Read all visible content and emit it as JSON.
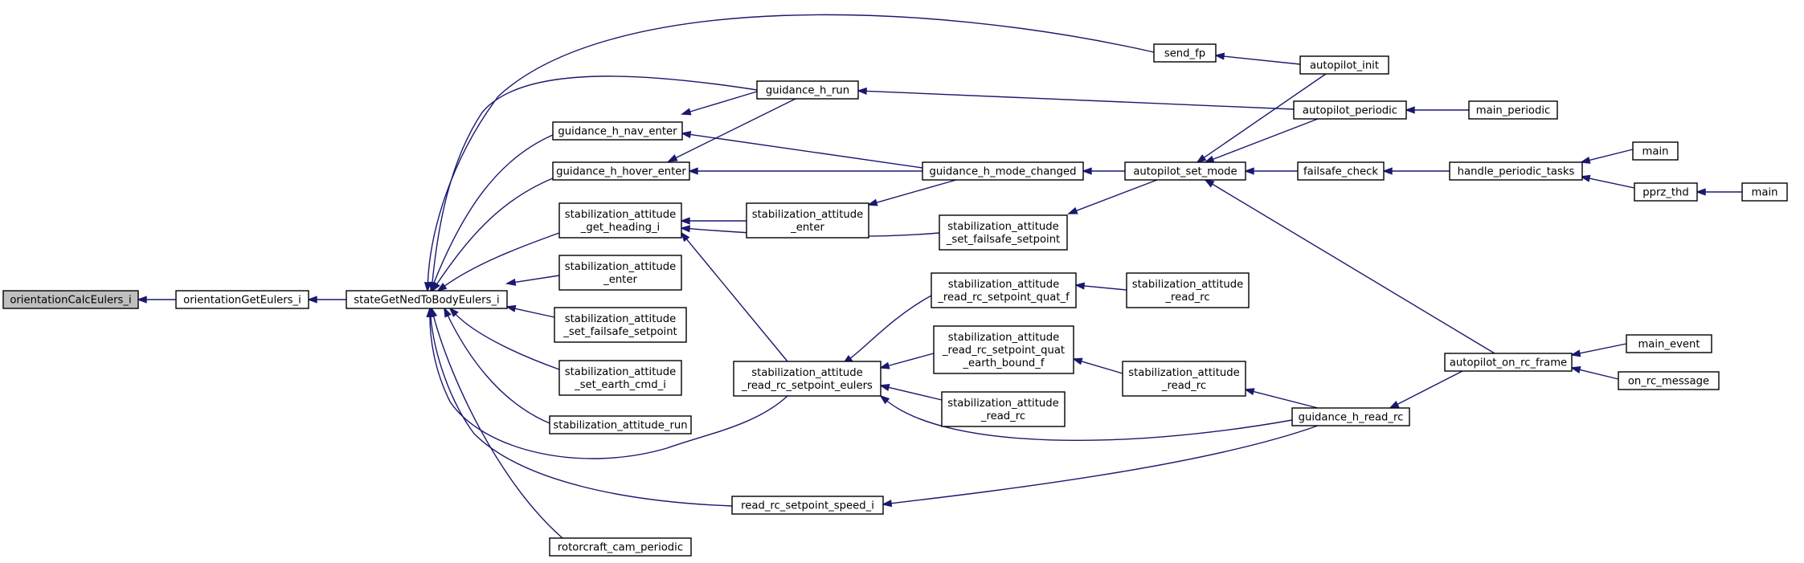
{
  "diagram": {
    "type": "caller-graph",
    "colors": {
      "edge": "#191970",
      "root_fill": "#bfbfbf",
      "node_fill": "#ffffff",
      "node_border": "#000000"
    },
    "nodes": [
      {
        "id": "orientationCalcEulers_i",
        "lines": [
          "orientationCalcEulers_i"
        ],
        "root": true
      },
      {
        "id": "orientationGetEulers_i",
        "lines": [
          "orientationGetEulers_i"
        ]
      },
      {
        "id": "stateGetNedToBodyEulers_i",
        "lines": [
          "stateGetNedToBodyEulers_i"
        ]
      },
      {
        "id": "guidance_h_nav_enter",
        "lines": [
          "guidance_h_nav_enter"
        ]
      },
      {
        "id": "guidance_h_hover_enter",
        "lines": [
          "guidance_h_hover_enter"
        ]
      },
      {
        "id": "stab_att_get_heading_i",
        "lines": [
          "stabilization_attitude",
          "_get_heading_i"
        ]
      },
      {
        "id": "stab_att_enter_a",
        "lines": [
          "stabilization_attitude",
          "_enter"
        ]
      },
      {
        "id": "stab_att_set_failsafe_a",
        "lines": [
          "stabilization_attitude",
          "_set_failsafe_setpoint"
        ]
      },
      {
        "id": "stab_att_set_earth_cmd_i",
        "lines": [
          "stabilization_attitude",
          "_set_earth_cmd_i"
        ]
      },
      {
        "id": "stab_att_run",
        "lines": [
          "stabilization_attitude_run"
        ]
      },
      {
        "id": "rotorcraft_cam_periodic",
        "lines": [
          "rotorcraft_cam_periodic"
        ]
      },
      {
        "id": "guidance_h_run",
        "lines": [
          "guidance_h_run"
        ]
      },
      {
        "id": "send_fp",
        "lines": [
          "send_fp"
        ]
      },
      {
        "id": "stab_att_enter_b",
        "lines": [
          "stabilization_attitude",
          "_enter"
        ]
      },
      {
        "id": "stab_att_read_rc_setpoint_eulers",
        "lines": [
          "stabilization_attitude",
          "_read_rc_setpoint_eulers"
        ]
      },
      {
        "id": "read_rc_setpoint_speed_i",
        "lines": [
          "read_rc_setpoint_speed_i"
        ]
      },
      {
        "id": "guidance_h_mode_changed",
        "lines": [
          "guidance_h_mode_changed"
        ]
      },
      {
        "id": "stab_att_set_failsafe_b",
        "lines": [
          "stabilization_attitude",
          "_set_failsafe_setpoint"
        ]
      },
      {
        "id": "stab_att_read_rc_sp_quat_f",
        "lines": [
          "stabilization_attitude",
          "_read_rc_setpoint_quat_f"
        ]
      },
      {
        "id": "stab_att_read_rc_sp_quat_earth_bound_f",
        "lines": [
          "stabilization_attitude",
          "_read_rc_setpoint_quat",
          "_earth_bound_f"
        ]
      },
      {
        "id": "stab_att_read_rc_a",
        "lines": [
          "stabilization_attitude",
          "_read_rc"
        ]
      },
      {
        "id": "stab_att_read_rc_b",
        "lines": [
          "stabilization_attitude",
          "_read_rc"
        ]
      },
      {
        "id": "stab_att_read_rc_c",
        "lines": [
          "stabilization_attitude",
          "_read_rc"
        ]
      },
      {
        "id": "autopilot_set_mode",
        "lines": [
          "autopilot_set_mode"
        ]
      },
      {
        "id": "guidance_h_read_rc",
        "lines": [
          "guidance_h_read_rc"
        ]
      },
      {
        "id": "autopilot_init",
        "lines": [
          "autopilot_init"
        ]
      },
      {
        "id": "autopilot_periodic",
        "lines": [
          "autopilot_periodic"
        ]
      },
      {
        "id": "failsafe_check",
        "lines": [
          "failsafe_check"
        ]
      },
      {
        "id": "autopilot_on_rc_frame",
        "lines": [
          "autopilot_on_rc_frame"
        ]
      },
      {
        "id": "main_periodic",
        "lines": [
          "main_periodic"
        ]
      },
      {
        "id": "handle_periodic_tasks",
        "lines": [
          "handle_periodic_tasks"
        ]
      },
      {
        "id": "main_a",
        "lines": [
          "main"
        ]
      },
      {
        "id": "pprz_thd",
        "lines": [
          "pprz_thd"
        ]
      },
      {
        "id": "main_b",
        "lines": [
          "main"
        ]
      },
      {
        "id": "main_event",
        "lines": [
          "main_event"
        ]
      },
      {
        "id": "on_rc_message",
        "lines": [
          "on_rc_message"
        ]
      }
    ],
    "edges": [
      {
        "from": "orientationGetEulers_i",
        "to": "orientationCalcEulers_i"
      },
      {
        "from": "stateGetNedToBodyEulers_i",
        "to": "orientationGetEulers_i"
      },
      {
        "from": "guidance_h_nav_enter",
        "to": "stateGetNedToBodyEulers_i"
      },
      {
        "from": "guidance_h_hover_enter",
        "to": "stateGetNedToBodyEulers_i"
      },
      {
        "from": "stab_att_get_heading_i",
        "to": "stateGetNedToBodyEulers_i"
      },
      {
        "from": "stab_att_enter_a",
        "to": "stateGetNedToBodyEulers_i"
      },
      {
        "from": "stab_att_set_failsafe_a",
        "to": "stateGetNedToBodyEulers_i"
      },
      {
        "from": "stab_att_set_earth_cmd_i",
        "to": "stateGetNedToBodyEulers_i"
      },
      {
        "from": "stab_att_run",
        "to": "stateGetNedToBodyEulers_i"
      },
      {
        "from": "rotorcraft_cam_periodic",
        "to": "stateGetNedToBodyEulers_i"
      },
      {
        "from": "guidance_h_run",
        "to": "stateGetNedToBodyEulers_i"
      },
      {
        "from": "send_fp",
        "to": "stateGetNedToBodyEulers_i"
      },
      {
        "from": "stab_att_read_rc_setpoint_eulers",
        "to": "stateGetNedToBodyEulers_i"
      },
      {
        "from": "read_rc_setpoint_speed_i",
        "to": "stateGetNedToBodyEulers_i"
      },
      {
        "from": "guidance_h_run",
        "to": "guidance_h_nav_enter"
      },
      {
        "from": "guidance_h_mode_changed",
        "to": "guidance_h_nav_enter"
      },
      {
        "from": "guidance_h_run",
        "to": "guidance_h_hover_enter"
      },
      {
        "from": "guidance_h_mode_changed",
        "to": "guidance_h_hover_enter"
      },
      {
        "from": "stab_att_enter_b",
        "to": "stab_att_get_heading_i"
      },
      {
        "from": "stab_att_set_failsafe_b",
        "to": "stab_att_get_heading_i"
      },
      {
        "from": "stab_att_read_rc_setpoint_eulers",
        "to": "stab_att_get_heading_i"
      },
      {
        "from": "autopilot_periodic",
        "to": "guidance_h_run"
      },
      {
        "from": "autopilot_init",
        "to": "send_fp"
      },
      {
        "from": "guidance_h_mode_changed",
        "to": "stab_att_enter_b"
      },
      {
        "from": "stab_att_read_rc_sp_quat_f",
        "to": "stab_att_read_rc_setpoint_eulers"
      },
      {
        "from": "stab_att_read_rc_sp_quat_earth_bound_f",
        "to": "stab_att_read_rc_setpoint_eulers"
      },
      {
        "from": "stab_att_read_rc_c",
        "to": "stab_att_read_rc_setpoint_eulers"
      },
      {
        "from": "guidance_h_read_rc",
        "to": "stab_att_read_rc_setpoint_eulers"
      },
      {
        "from": "guidance_h_read_rc",
        "to": "read_rc_setpoint_speed_i"
      },
      {
        "from": "autopilot_set_mode",
        "to": "guidance_h_mode_changed"
      },
      {
        "from": "autopilot_set_mode",
        "to": "stab_att_set_failsafe_b"
      },
      {
        "from": "stab_att_read_rc_a",
        "to": "stab_att_read_rc_sp_quat_f"
      },
      {
        "from": "stab_att_read_rc_b",
        "to": "stab_att_read_rc_sp_quat_earth_bound_f"
      },
      {
        "from": "guidance_h_read_rc",
        "to": "stab_att_read_rc_b"
      },
      {
        "from": "autopilot_init",
        "to": "autopilot_set_mode"
      },
      {
        "from": "autopilot_periodic",
        "to": "autopilot_set_mode"
      },
      {
        "from": "failsafe_check",
        "to": "autopilot_set_mode"
      },
      {
        "from": "autopilot_on_rc_frame",
        "to": "autopilot_set_mode"
      },
      {
        "from": "autopilot_on_rc_frame",
        "to": "guidance_h_read_rc"
      },
      {
        "from": "main_periodic",
        "to": "autopilot_periodic"
      },
      {
        "from": "handle_periodic_tasks",
        "to": "failsafe_check"
      },
      {
        "from": "main_a",
        "to": "handle_periodic_tasks"
      },
      {
        "from": "pprz_thd",
        "to": "handle_periodic_tasks"
      },
      {
        "from": "main_b",
        "to": "pprz_thd"
      },
      {
        "from": "main_event",
        "to": "autopilot_on_rc_frame"
      },
      {
        "from": "on_rc_message",
        "to": "autopilot_on_rc_frame"
      }
    ]
  }
}
